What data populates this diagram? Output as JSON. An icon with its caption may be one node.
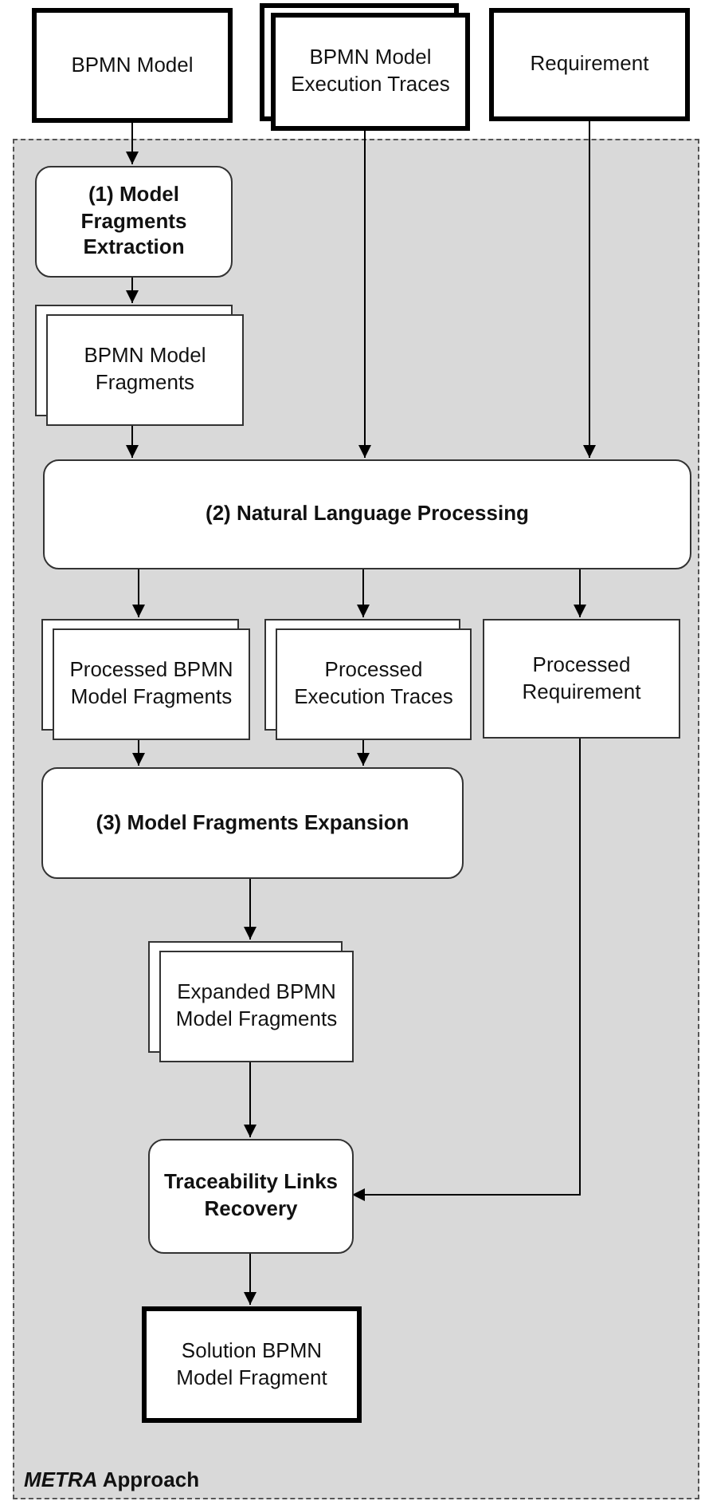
{
  "diagram": {
    "nodes": [
      {
        "text": [
          "BPMN Model"
        ]
      },
      {
        "text": [
          "BPMN Model Execution Traces"
        ]
      },
      {
        "text": [
          "Requirement"
        ]
      },
      {
        "text": [
          "*METRA* Approach"
        ]
      },
      {
        "text": [
          "(1) Model Fragments Extraction"
        ],
        "in": 3
      },
      {
        "text": [
          "BPMN Model Fragments"
        ],
        "in": 3
      },
      {
        "text": [
          "(2) Natural Language Processing"
        ],
        "in": 3
      },
      {
        "text": [
          "Processed BPMN Model Fragments"
        ],
        "in": 3
      },
      {
        "text": [
          "Processed Execution Traces"
        ],
        "in": 3
      },
      {
        "text": [
          "Processed Requirement"
        ],
        "in": 3
      },
      {
        "text": [
          "(3) Model Fragments Expansion"
        ],
        "in": 3
      },
      {
        "text": [
          "Expanded BPMN Model Fragments"
        ],
        "in": 3
      },
      {
        "text": [
          "Traceability Links Recovery"
        ],
        "in": 3
      },
      {
        "text": [
          "Solution BPMN Model Fragment"
        ],
        "in": 3
      }
    ],
    "edges": [
      {
        "from": 0,
        "to": 4,
        "arrow": "to"
      },
      {
        "from": 4,
        "to": 5,
        "arrow": "to"
      },
      {
        "from": 5,
        "to": 6,
        "arrow": "to"
      },
      {
        "from": 1,
        "to": 6,
        "arrow": "to"
      },
      {
        "from": 2,
        "to": 6,
        "arrow": "to"
      },
      {
        "from": 6,
        "to": 7,
        "arrow": "to"
      },
      {
        "from": 6,
        "to": 8,
        "arrow": "to"
      },
      {
        "from": 6,
        "to": 9,
        "arrow": "to"
      },
      {
        "from": 7,
        "to": 10,
        "arrow": "to"
      },
      {
        "from": 8,
        "to": 10,
        "arrow": "to"
      },
      {
        "from": 10,
        "to": 11,
        "arrow": "to"
      },
      {
        "from": 11,
        "to": 12,
        "arrow": "to"
      },
      {
        "from": 9,
        "to": 12,
        "arrow": "to"
      },
      {
        "from": 12,
        "to": 13,
        "arrow": "to"
      }
    ]
  }
}
